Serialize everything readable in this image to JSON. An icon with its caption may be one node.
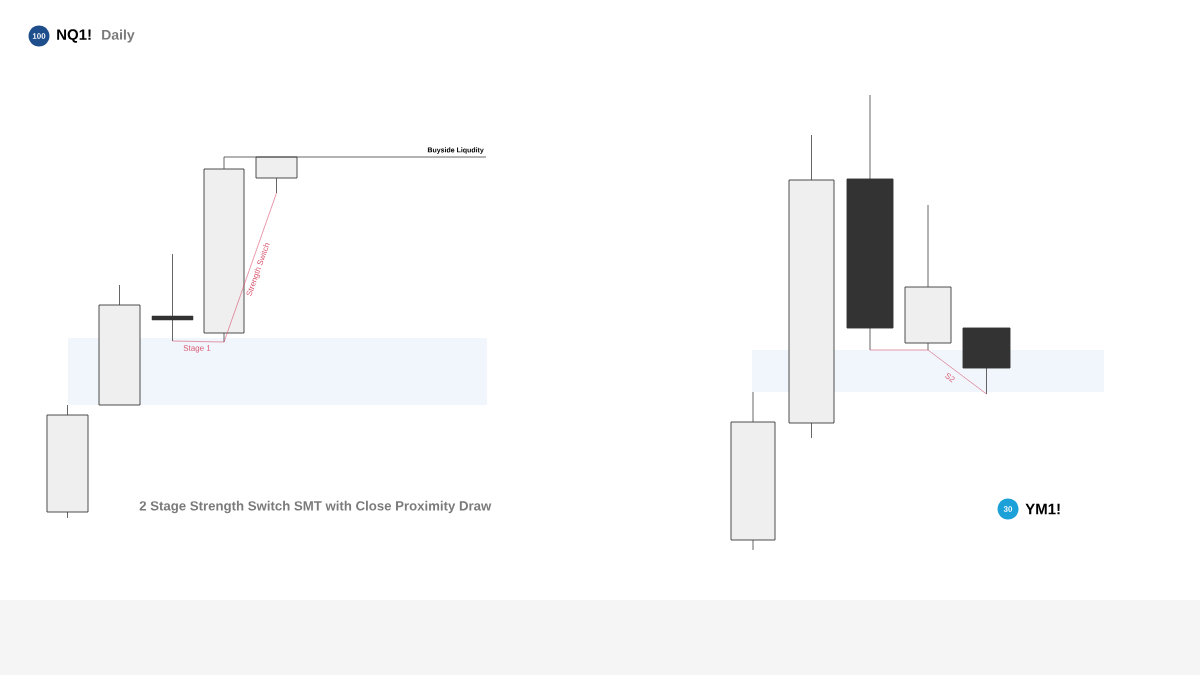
{
  "diagram": {
    "title": "2 Stage Strength Switch SMT with Close Proximity Draw",
    "nodes": [
      {
        "text": [],
        "shape": "bar"
      },
      {
        "text": [],
        "shape": "bar"
      },
      {
        "text": [],
        "shape": "bar"
      },
      {
        "text": [],
        "shape": "bar"
      },
      {
        "text": [],
        "shape": "bar"
      },
      {
        "text": [],
        "shape": "bar"
      },
      {
        "text": [],
        "shape": "bar"
      },
      {
        "text": [],
        "shape": "bar"
      },
      {
        "text": [],
        "shape": "bar"
      },
      {
        "text": [],
        "shape": "bar"
      }
    ],
    "edges": [
      {
        "from": 3,
        "to": null,
        "arrow": "none",
        "label": "Buyside Liqudity",
        "color": "#555555"
      },
      {
        "from": 2,
        "to": 3,
        "arrow": "none",
        "label": "Stage 1"
      },
      {
        "from": 3,
        "to": 4,
        "arrow": "none",
        "label": "Strength Switch"
      },
      {
        "from": 7,
        "to": 8,
        "arrow": "none"
      },
      {
        "from": 8,
        "to": 9,
        "arrow": "none",
        "label": "S2"
      }
    ],
    "labels": [
      "100",
      "NQ1!",
      "Daily",
      "30",
      "YM1!"
    ]
  }
}
